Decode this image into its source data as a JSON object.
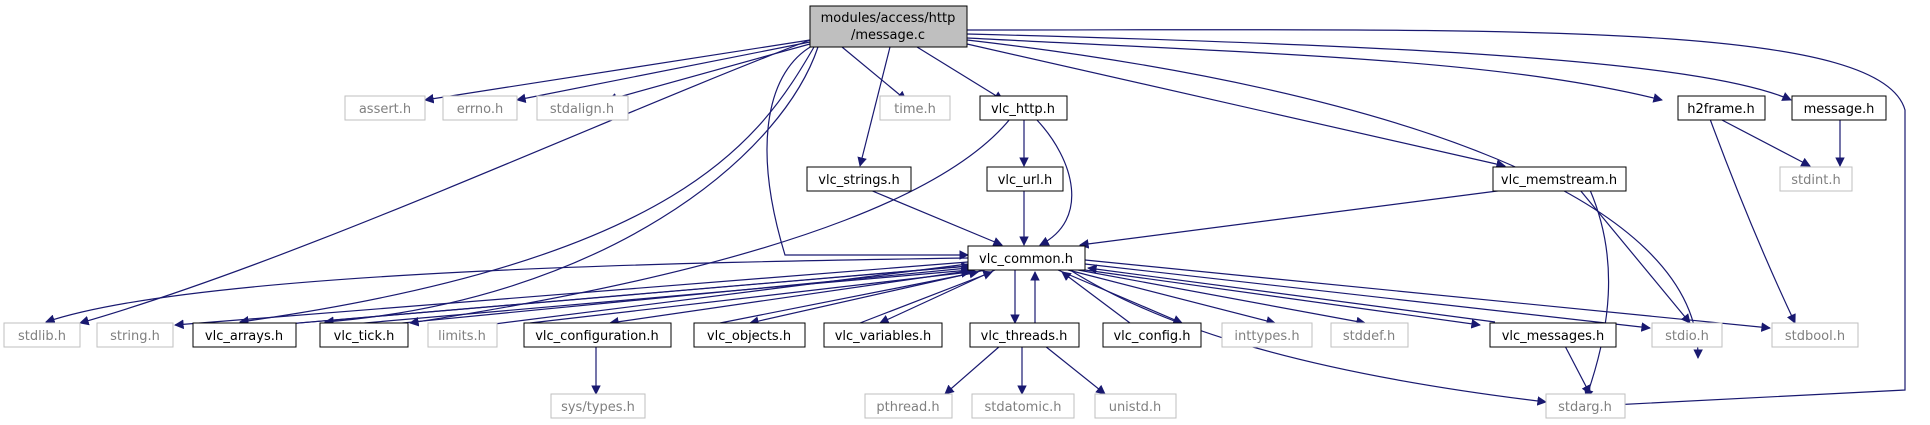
{
  "graph": {
    "root": {
      "line1": "modules/access/http",
      "line2": "/message.c"
    },
    "nodes": {
      "assert": "assert.h",
      "errno": "errno.h",
      "stdalign": "stdalign.h",
      "time": "time.h",
      "vlc_http": "vlc_http.h",
      "h2frame": "h2frame.h",
      "message": "message.h",
      "vlc_strings": "vlc_strings.h",
      "vlc_url": "vlc_url.h",
      "vlc_memstream": "vlc_memstream.h",
      "stdint": "stdint.h",
      "vlc_common": "vlc_common.h",
      "stdlib": "stdlib.h",
      "string": "string.h",
      "vlc_arrays": "vlc_arrays.h",
      "vlc_tick": "vlc_tick.h",
      "limits": "limits.h",
      "vlc_configuration": "vlc_configuration.h",
      "vlc_objects": "vlc_objects.h",
      "vlc_variables": "vlc_variables.h",
      "vlc_threads": "vlc_threads.h",
      "vlc_config": "vlc_config.h",
      "inttypes": "inttypes.h",
      "stddef": "stddef.h",
      "vlc_messages": "vlc_messages.h",
      "stdio": "stdio.h",
      "stdbool": "stdbool.h",
      "sys_types": "sys/types.h",
      "pthread": "pthread.h",
      "stdatomic": "stdatomic.h",
      "unistd": "unistd.h",
      "stdarg": "stdarg.h"
    }
  },
  "colors": {
    "edge": "#191970",
    "documented_border": "#000000",
    "external_border": "#bfbfbf",
    "external_text": "#808080",
    "root_fill": "#bfbfbf"
  }
}
